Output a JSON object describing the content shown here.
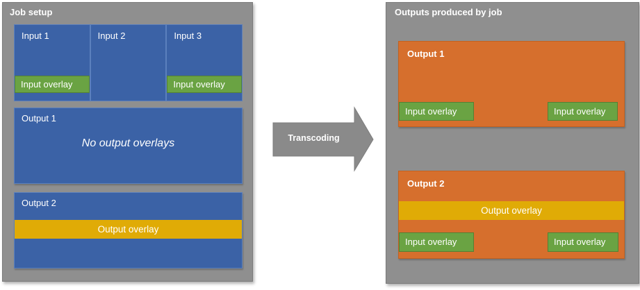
{
  "job_setup": {
    "title": "Job setup",
    "inputs": [
      {
        "label": "Input 1",
        "overlay_label": "Input overlay"
      },
      {
        "label": "Input 2"
      },
      {
        "label": "Input 3",
        "overlay_label": "Input overlay"
      }
    ],
    "output_1": {
      "label": "Output 1",
      "note": "No output overlays"
    },
    "output_2": {
      "label": "Output 2",
      "overlay_label": "Output overlay"
    }
  },
  "arrow": {
    "label": "Transcoding"
  },
  "outputs_panel": {
    "title": "Outputs produced by job",
    "output_1": {
      "label": "Output 1",
      "input_overlays": [
        "Input overlay",
        "Input overlay"
      ]
    },
    "output_2": {
      "label": "Output 2",
      "output_overlay_label": "Output overlay",
      "input_overlays": [
        "Input overlay",
        "Input overlay"
      ]
    }
  },
  "colors": {
    "panel_gray": "#8F8F8F",
    "input_blue": "#3B62A6",
    "overlay_green": "#6AA343",
    "overlay_yellow": "#E0AB06",
    "output_orange": "#D66F2D",
    "arrow_gray": "#8A8A8A",
    "text_white": "#FFFFFF"
  }
}
